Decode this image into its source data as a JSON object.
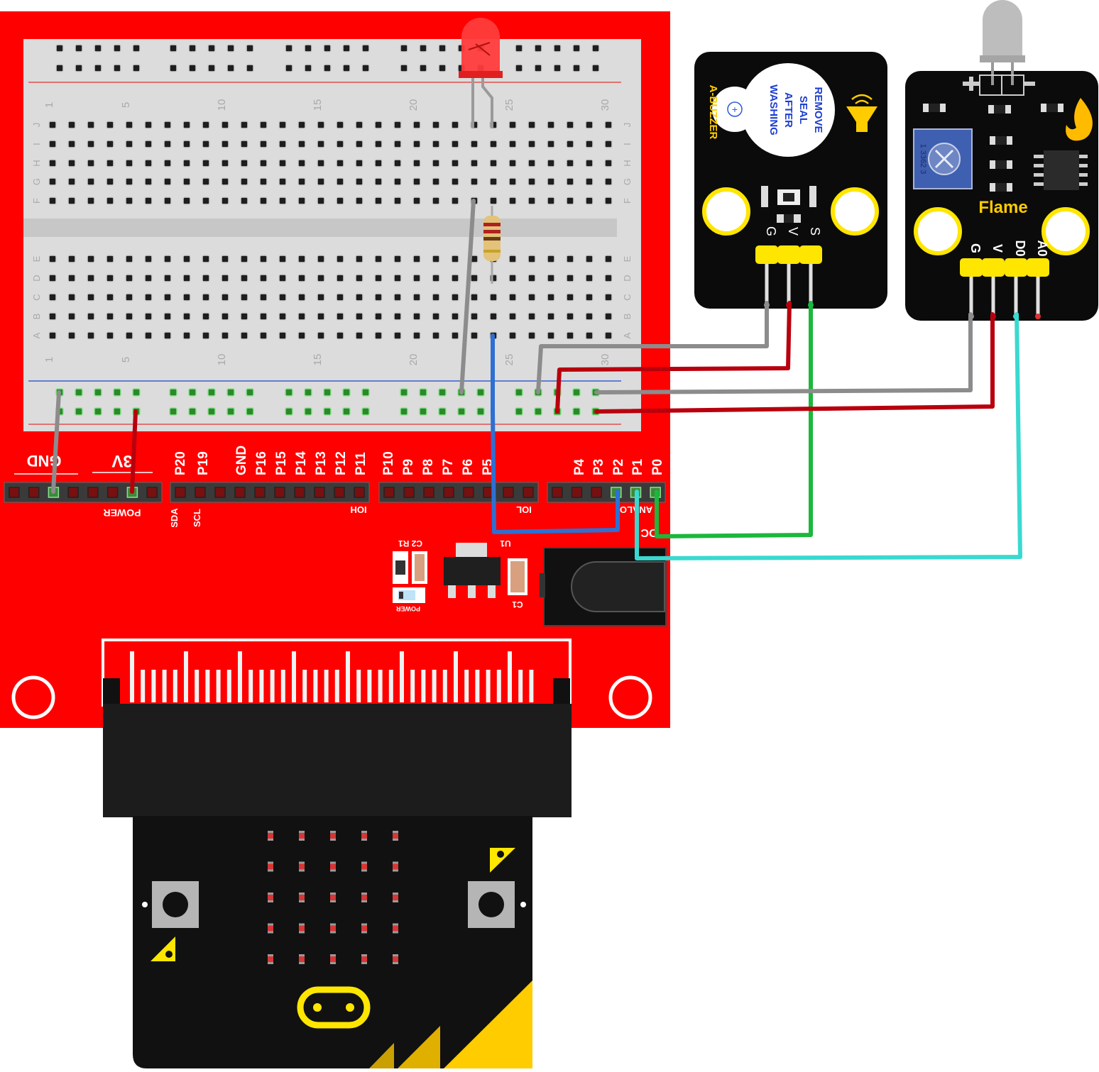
{
  "breadboard": {
    "column_numbers": [
      "1",
      "5",
      "10",
      "15",
      "20",
      "25",
      "30"
    ],
    "row_letters_top": [
      "J",
      "I",
      "H",
      "G",
      "F"
    ],
    "row_letters_bottom": [
      "E",
      "D",
      "C",
      "B",
      "A"
    ]
  },
  "shield": {
    "gnd_label": "GND",
    "v3_label": "3V",
    "power_label": "POWER",
    "pins_left": [
      "P20",
      "P19",
      "GND",
      "P16",
      "P15",
      "P14",
      "P13",
      "P12",
      "P11"
    ],
    "pins_mid": [
      "P10",
      "P9",
      "P8",
      "P7",
      "P6",
      "P5"
    ],
    "pins_right": [
      "P4",
      "P3",
      "P2",
      "P1",
      "P0"
    ],
    "sda": "SDA",
    "scl": "SCL",
    "ioh": "IOH",
    "iol": "IOL",
    "analog": "ANALO",
    "dc": "DC",
    "u1": "U1",
    "c1": "C1",
    "c2r1": "C2 R1",
    "power_led": "POWER"
  },
  "buzzer": {
    "name": "A-BUZZER",
    "seal_text": [
      "REMOVE",
      "SEAL",
      "AFTER",
      "WASHING"
    ],
    "pins": [
      "G",
      "V",
      "S"
    ]
  },
  "flame": {
    "name": "Flame",
    "pot_text": "1 3362 3",
    "pins": [
      "G",
      "V",
      "D0",
      "A0"
    ]
  },
  "colors": {
    "shield_red": "#fe0000",
    "module_black": "#0b0b0b",
    "pin_yellow": "#ffe600",
    "wire_gray": "#8c8c8c",
    "wire_red": "#b8000d",
    "wire_green": "#1ab83c",
    "wire_blue": "#2f6fd2",
    "wire_cyan": "#3ad9d0"
  }
}
